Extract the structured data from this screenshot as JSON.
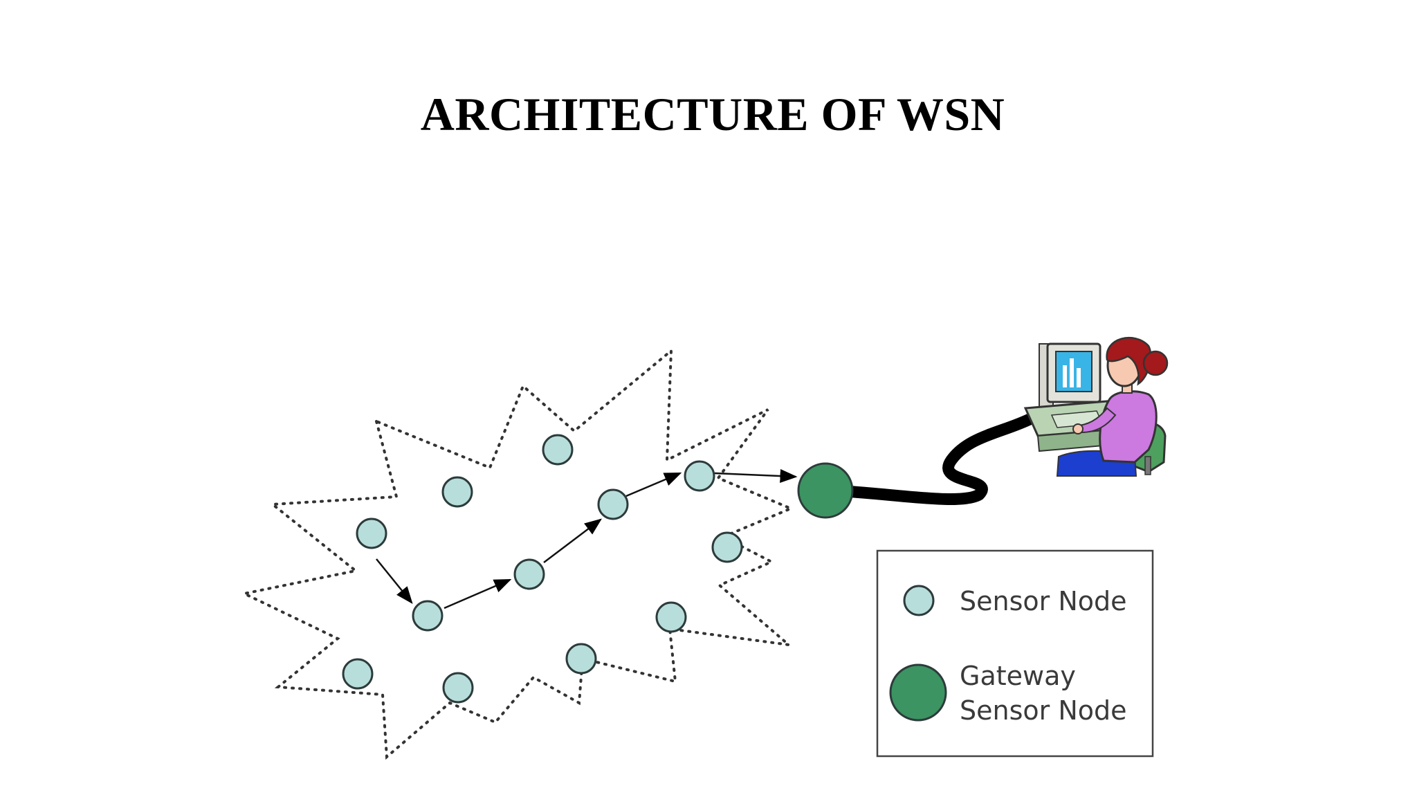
{
  "slide": {
    "title": "ARCHITECTURE OF WSN"
  },
  "legend": {
    "sensor_label": "Sensor Node",
    "gateway_label_line1": "Gateway",
    "gateway_label_line2": "Sensor Node"
  },
  "colors": {
    "sensor_node_fill": "#b7dedb",
    "gateway_node_fill": "#3b9461",
    "outline": "#2d3b3b",
    "cable": "#000000"
  },
  "icons": {
    "user": "user-at-computer-icon"
  }
}
